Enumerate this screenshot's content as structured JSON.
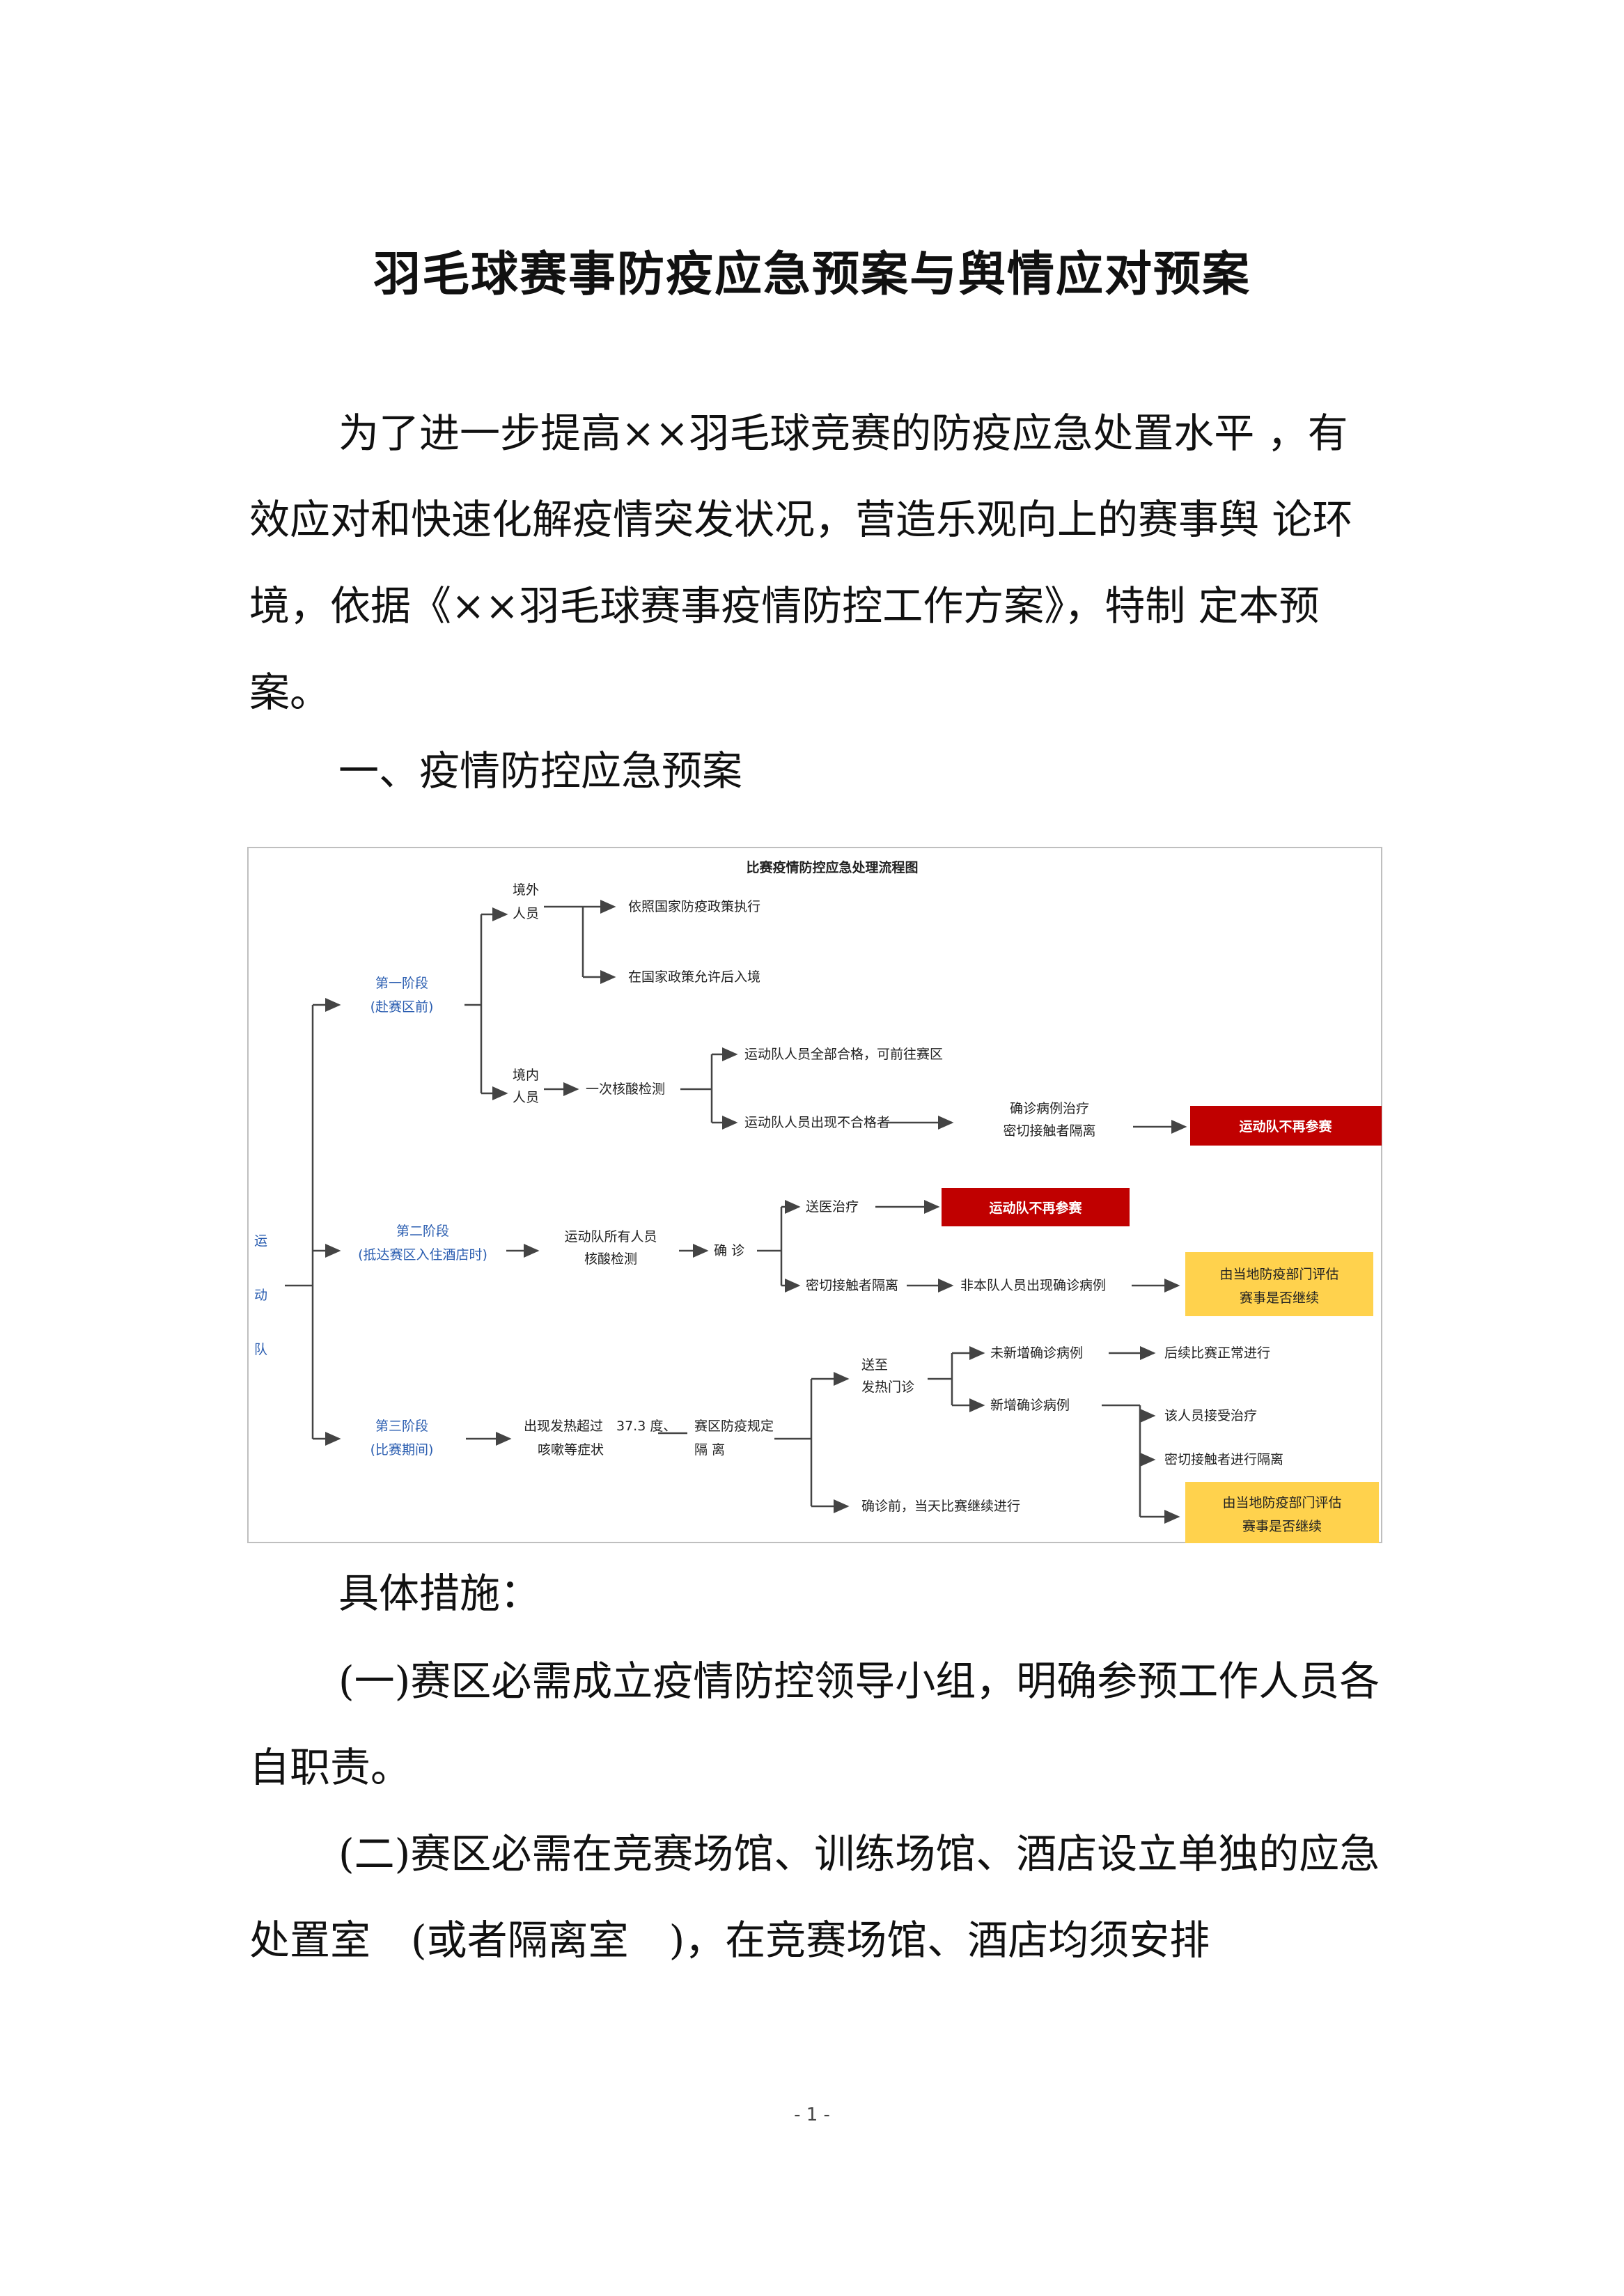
{
  "document": {
    "title": "羽毛球赛事防疫应急预案与舆情应对预案",
    "intro": "为了进一步提高××羽毛球竞赛的防疫应急处置水平 ，有效应对和快速化解疫情突发状况，营造乐观向上的赛事舆 论环境，依据《××羽毛球赛事疫情防控工作方案》，特制 定本预案。",
    "section_1": "一、疫情防控应急预案",
    "measures_heading": "具体措施：",
    "measure_1": "(一)赛区必需成立疫情防控领导小组，明确参预工作人员各自职责。",
    "measure_2": "(二)赛区必需在竞赛场馆、训练场馆、酒店设立单独的应急处置室　(或者隔离室　)，在竞赛场馆、酒店均须安排",
    "page_number": "- 1 -"
  },
  "flowchart": {
    "title": "比赛疫情防控应急处理流程图",
    "root": "运动队",
    "stage1": {
      "line1": "第一阶段",
      "line2": "(赴赛区前)"
    },
    "overseas": {
      "line1": "境外",
      "line2": "人员"
    },
    "overseas_a": "依照国家防疫政策执行",
    "overseas_b": "在国家政策允许后入境",
    "domestic": {
      "line1": "境内",
      "line2": "人员"
    },
    "nucleic_test": "一次核酸检测",
    "all_pass": "运动队人员全部合格，可前往赛区",
    "fail": "运动队人员出现不合格者",
    "treat1": {
      "line1": "确诊病例治疗",
      "line2": "密切接触者隔离"
    },
    "red1": "运动队不再参赛",
    "stage2": {
      "line1": "第二阶段",
      "line2": "(抵达赛区入住酒店时)"
    },
    "all_members": {
      "line1": "运动队所有人员",
      "line2": "核酸检测"
    },
    "confirmed": "确 诊",
    "send_treat": "送医治疗",
    "red2": "运动队不再参赛",
    "close_isolate": "密切接触者隔离",
    "non_team": "非本队人员出现确诊病例",
    "yellow1": {
      "line1": "由当地防疫部门评估",
      "line2": "赛事是否继续"
    },
    "stage3": {
      "line1": "第三阶段",
      "line2": "(比赛期间)"
    },
    "symptom": {
      "line1": "出现发热超过　37.3 度、",
      "line2": "咳嗽等症状"
    },
    "venue_isolate": {
      "line1": "赛区防疫规定",
      "line2": "隔 离"
    },
    "send_clinic": {
      "line1": "送至",
      "line2": "发热门诊"
    },
    "no_new": "未新增确诊病例",
    "continue_normal": "后续比赛正常进行",
    "new_case": "新增确诊病例",
    "person_treat": "该人员接受治疗",
    "close_isolate2": "密切接触者进行隔离",
    "yellow2": {
      "line1": "由当地防疫部门评估",
      "line2": "赛事是否继续"
    },
    "before_confirm": "确诊前，当天比赛继续进行"
  },
  "colors": {
    "red_box": "#c00000",
    "yellow_box": "#ffd24d",
    "blue_text": "#2a5db0"
  }
}
